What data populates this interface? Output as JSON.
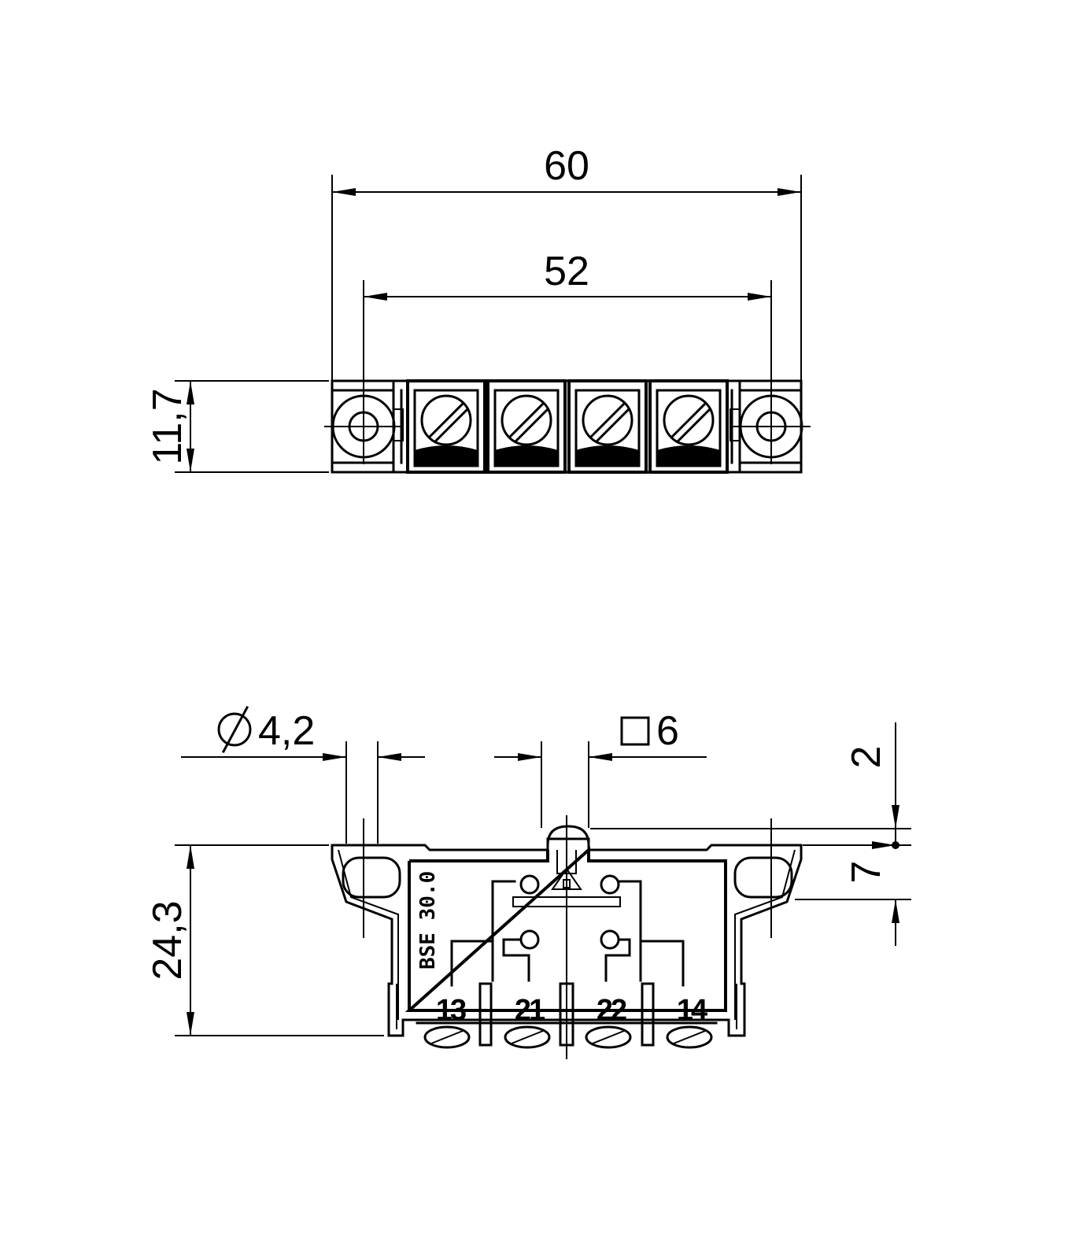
{
  "top_view": {
    "dim_overall_width": "60",
    "dim_hole_spacing": "52",
    "dim_height": "11,7"
  },
  "front_view": {
    "dim_hole_diameter_value": "4,2",
    "dim_square_value": "6",
    "dim_top_offset": "2",
    "dim_flange": "7",
    "dim_total_height": "24,3",
    "marking": "BSE 30.0",
    "terminals": [
      "13",
      "21",
      "22",
      "14"
    ]
  },
  "icons": {
    "diameter_symbol": "diameter-icon",
    "square_symbol": "square-icon"
  },
  "colors": {
    "line": "#000000",
    "background": "#ffffff"
  }
}
